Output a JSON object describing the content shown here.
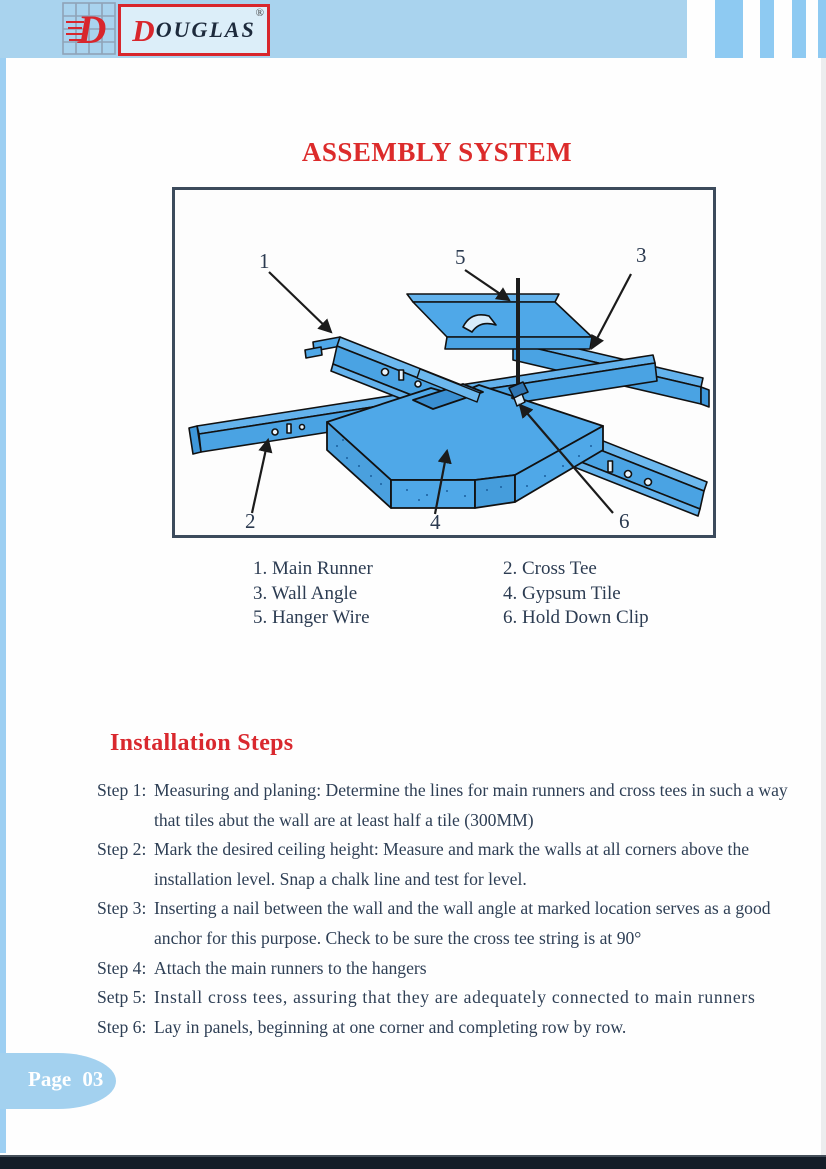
{
  "header": {
    "logo": {
      "grid_initial": "D",
      "brand_initial": "D",
      "brand_rest": "OUGLAS",
      "registered_mark": "®"
    },
    "band_color": "#a9d3ee",
    "stripe_color": "#8ecaf2"
  },
  "assembly": {
    "title": "ASSEMBLY SYSTEM",
    "diagram": {
      "labels": [
        "1",
        "2",
        "3",
        "4",
        "5",
        "6"
      ],
      "part_blue": "#4fa8e8"
    },
    "legend": {
      "items": [
        "1. Main Runner",
        "2. Cross Tee",
        "3. Wall Angle",
        "4. Gypsum Tile",
        "5. Hanger Wire",
        "6. Hold Down Clip"
      ]
    }
  },
  "installation": {
    "heading": "Installation Steps",
    "steps": [
      {
        "label": "Step 1:",
        "text": "Measuring and planing: Determine the lines for main runners and cross tees in such a way that tiles abut the wall are at least half a tile (300MM)"
      },
      {
        "label": "Step 2:",
        "text": "Mark the desired ceiling height: Measure and mark the walls at all corners above the installation level. Snap a chalk line and test for level."
      },
      {
        "label": "Step 3:",
        "text": "Inserting a nail between the wall and the wall angle at marked location serves as a good anchor for this purpose. Check to be sure the cross tee string is at 90°"
      },
      {
        "label": "Step 4:",
        "text": "Attach the main runners to the hangers"
      },
      {
        "label": "Setp 5:",
        "text": "Install cross tees, assuring that they are adequately connected to main runners"
      },
      {
        "label": "Step 6:",
        "text": "Lay in panels, beginning at one corner and completing row by row."
      }
    ]
  },
  "footer": {
    "page_label": "Page 03"
  },
  "colors": {
    "accent_red": "#dc2b2b",
    "text_navy": "#2e3f55",
    "diagram_blue": "#4fa8e8"
  }
}
